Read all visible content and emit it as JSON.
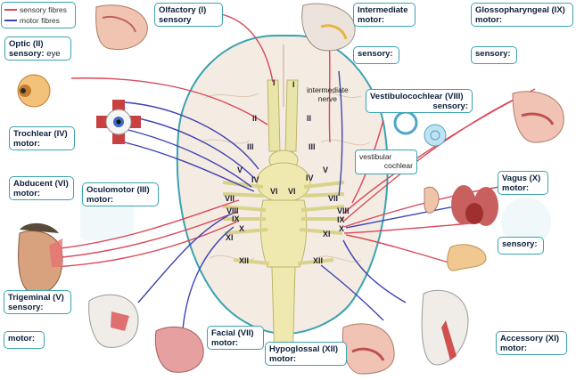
{
  "legend": {
    "sensory": "sensory fibres",
    "motor": "motor fibres",
    "sensory_color": "#d9475a",
    "motor_color": "#3d43b0"
  },
  "boxes": {
    "olfactory": {
      "title": "Olfactory (I)",
      "line2": "sensory"
    },
    "intermediate": {
      "title": "Intermediate",
      "line2": "motor:"
    },
    "intermediate_sensory": {
      "title": "sensory:"
    },
    "glossopharyngeal": {
      "title": "Glossopharyngeal (IX)",
      "line2": "motor:"
    },
    "glossopharyngeal_sensory": {
      "title": "sensory:"
    },
    "optic": {
      "title": "Optic (II)",
      "line2a": "sensory:",
      "line2b": " eye"
    },
    "vestibulocochlear": {
      "title": "Vestibulocochlear (VIII)",
      "line2": "sensory:"
    },
    "trochlear": {
      "title": "Trochlear (IV)",
      "line2": "motor:"
    },
    "vagus": {
      "title": "Vagus (X)",
      "line2": "motor:"
    },
    "vagus_sensory": {
      "title": "sensory:"
    },
    "abducent": {
      "title": "Abducent (VI)",
      "line2": "motor:"
    },
    "oculomotor": {
      "title": "Oculomotor (III)",
      "line2": "motor:"
    },
    "trigeminal": {
      "title": "Trigeminal (V)",
      "line2": "sensory:"
    },
    "trigeminal_motor": {
      "title": "motor:"
    },
    "facial": {
      "title": "Facial (VII)",
      "line2": "motor:"
    },
    "hypoglossal": {
      "title": "Hypoglossal (XII)",
      "line2": "motor:"
    },
    "accessory": {
      "title": "Accessory (XI)",
      "line2": "motor:"
    }
  },
  "brain_labels": {
    "intermediate_nerve": "intermediate\nnerve",
    "vestibular": "vestibular",
    "cochlear": "cochlear"
  },
  "numerals": [
    "I",
    "I",
    "II",
    "II",
    "III",
    "III",
    "IV",
    "IV",
    "V",
    "V",
    "VI",
    "VI",
    "VII",
    "VII",
    "VIII",
    "VIII",
    "IX",
    "IX",
    "X",
    "X",
    "XI",
    "XI",
    "XII",
    "XII"
  ]
}
